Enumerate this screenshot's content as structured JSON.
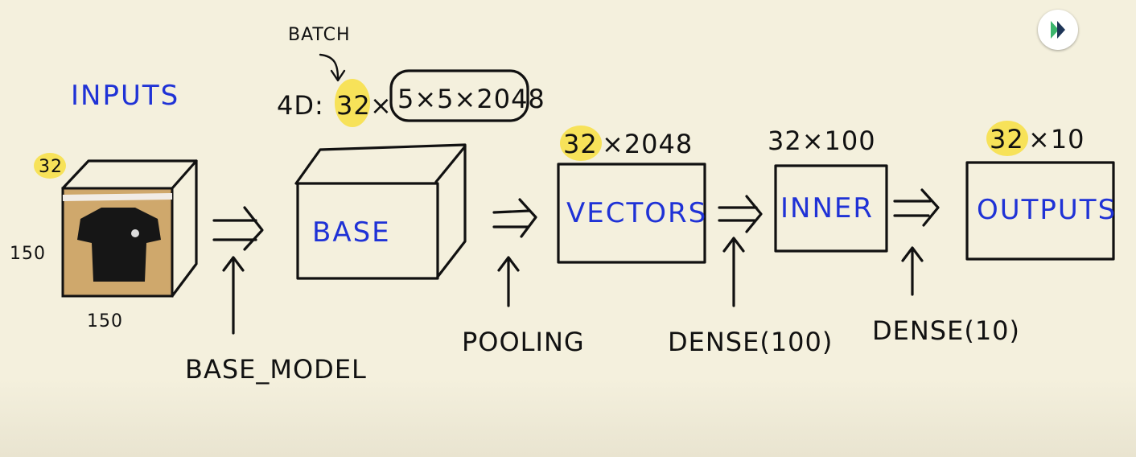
{
  "labels": {
    "inputs": "INPUTS",
    "batch_note": "BATCH",
    "shape_4d_prefix": "4D:",
    "shape_4d_batch": "32",
    "shape_4d_rest": "5×5×2048",
    "input_batch": "32",
    "input_height": "150",
    "input_width": "150",
    "base": "BASE",
    "base_model": "BASE_MODEL",
    "pooling": "POOLING",
    "vectors_shape_batch": "32",
    "vectors_shape_rest": "×2048",
    "vectors": "VECTORS",
    "dense_100": "DENSE(100)",
    "inner_shape": "32×100",
    "inner": "INNER",
    "dense_10": "DENSE(10)",
    "outputs_shape_batch": "32",
    "outputs_shape_rest": "×10",
    "outputs": "OUTPUTS"
  },
  "colors": {
    "background": "#f4f0dd",
    "ink": "#111111",
    "blue_text": "#1f32d6",
    "highlight": "#f7e04a"
  },
  "icons": {
    "logo": "play-logo-icon"
  }
}
